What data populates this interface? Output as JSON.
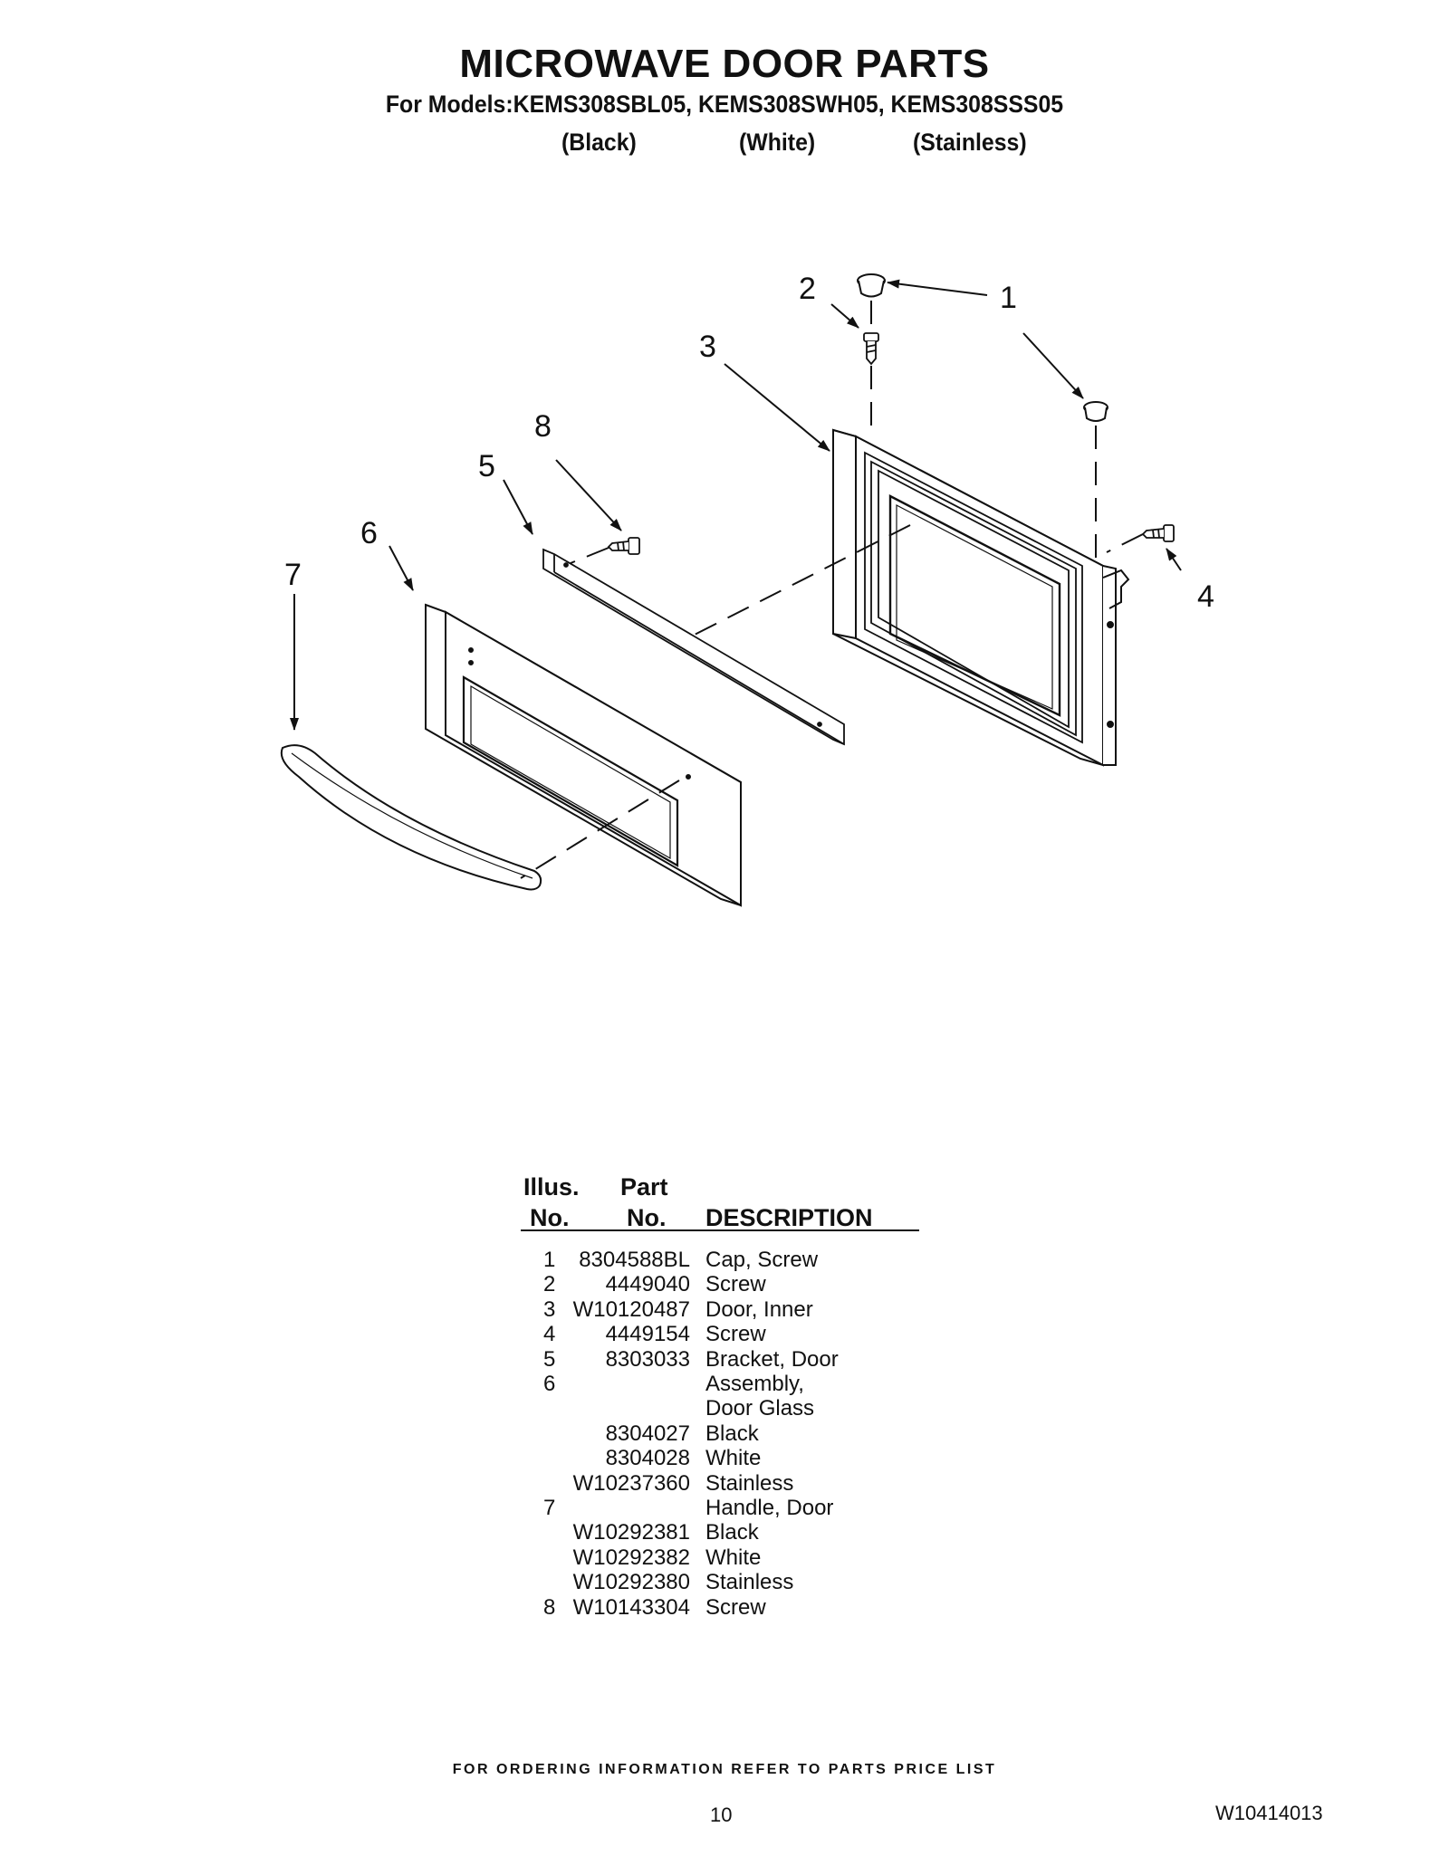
{
  "header": {
    "title": "MICROWAVE DOOR PARTS",
    "models": "For Models:KEMS308SBL05, KEMS308SWH05, KEMS308SSS05",
    "variants": [
      "(Black)",
      "(White)",
      "(Stainless)"
    ]
  },
  "diagram": {
    "callouts": [
      "1",
      "2",
      "3",
      "4",
      "5",
      "6",
      "7",
      "8"
    ]
  },
  "parts_table": {
    "header": {
      "illus_line1": "Illus.",
      "illus_line2": "No.",
      "part_line1": "Part",
      "part_line2": "No.",
      "description": "DESCRIPTION"
    },
    "rows": [
      {
        "illus": "1",
        "part": "8304588BL",
        "description": "Cap, Screw"
      },
      {
        "illus": "2",
        "part": "4449040",
        "description": "Screw"
      },
      {
        "illus": "3",
        "part": "W10120487",
        "description": "Door, Inner"
      },
      {
        "illus": "4",
        "part": "4449154",
        "description": "Screw"
      },
      {
        "illus": "5",
        "part": "8303033",
        "description": "Bracket, Door"
      },
      {
        "illus": "6",
        "part": "",
        "description": "Assembly,"
      },
      {
        "illus": "",
        "part": "",
        "description": "Door Glass"
      },
      {
        "illus": "",
        "part": "8304027",
        "description": "Black"
      },
      {
        "illus": "",
        "part": "8304028",
        "description": "White"
      },
      {
        "illus": "",
        "part": "W10237360",
        "description": "Stainless"
      },
      {
        "illus": "7",
        "part": "",
        "description": "Handle, Door"
      },
      {
        "illus": "",
        "part": "W10292381",
        "description": "Black"
      },
      {
        "illus": "",
        "part": "W10292382",
        "description": "White"
      },
      {
        "illus": "",
        "part": "W10292380",
        "description": "Stainless"
      },
      {
        "illus": "8",
        "part": "W10143304",
        "description": "Screw"
      }
    ]
  },
  "footer": {
    "ordering_note": "FOR ORDERING INFORMATION REFER TO PARTS PRICE LIST",
    "page_number": "10",
    "document_number": "W10414013"
  }
}
